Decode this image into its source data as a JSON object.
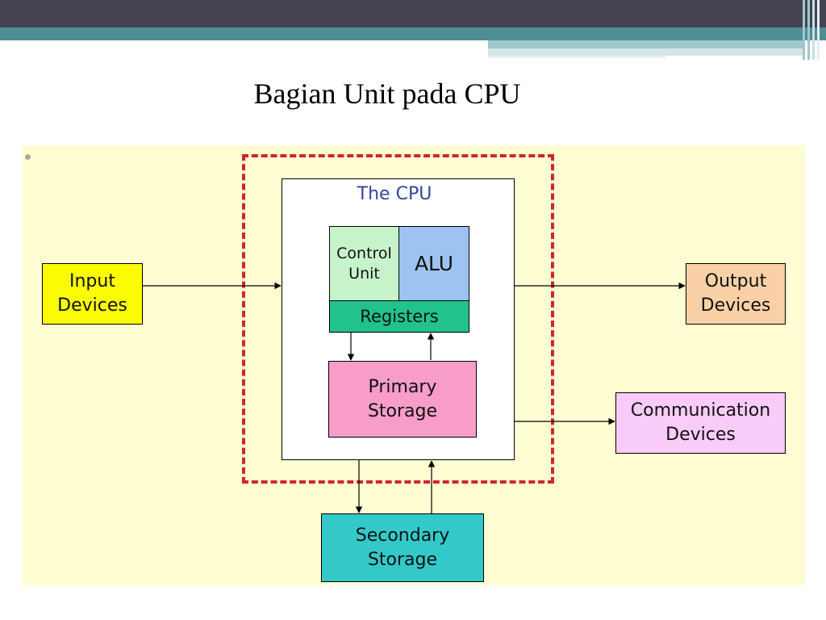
{
  "slide": {
    "title": "Bagian Unit pada CPU"
  },
  "diagram": {
    "cpu_label": "The CPU",
    "control_unit": "Control\nUnit",
    "alu": "ALU",
    "registers": "Registers",
    "primary_storage": "Primary\nStorage",
    "secondary_storage": "Secondary\nStorage",
    "input_devices": "Input\nDevices",
    "output_devices": "Output\nDevices",
    "communication_devices": "Communication\nDevices"
  },
  "colors": {
    "header_bar": "#434352",
    "teal_band": "#4e8d94",
    "canvas_background": "#fefed2",
    "cpu_boundary": "#d0262a",
    "cpu_label": "#33469c",
    "control_unit": "#c7f3cb",
    "alu": "#9dc3f0",
    "registers": "#21c28c",
    "primary_storage": "#f89dca",
    "secondary_storage": "#34c9c9",
    "input_devices": "#fbfb03",
    "output_devices": "#fad0a6",
    "communication_devices": "#f8cbf8"
  }
}
